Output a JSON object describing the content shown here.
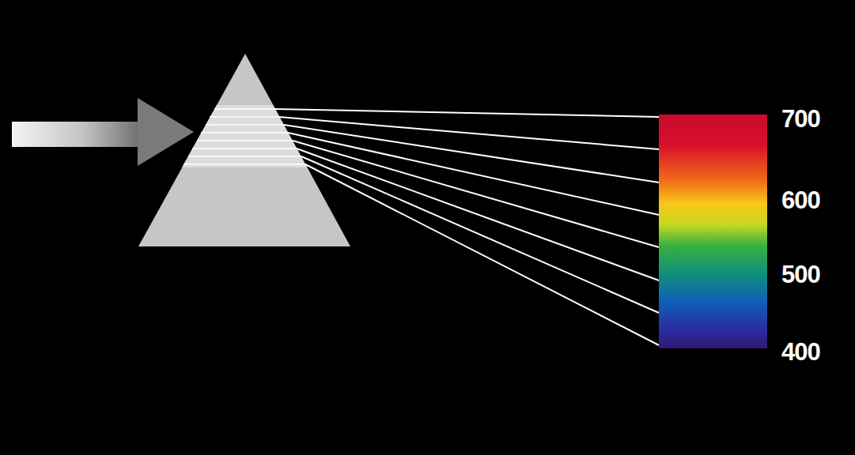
{
  "diagram": {
    "labels": [
      "700",
      "600",
      "500",
      "400"
    ]
  }
}
